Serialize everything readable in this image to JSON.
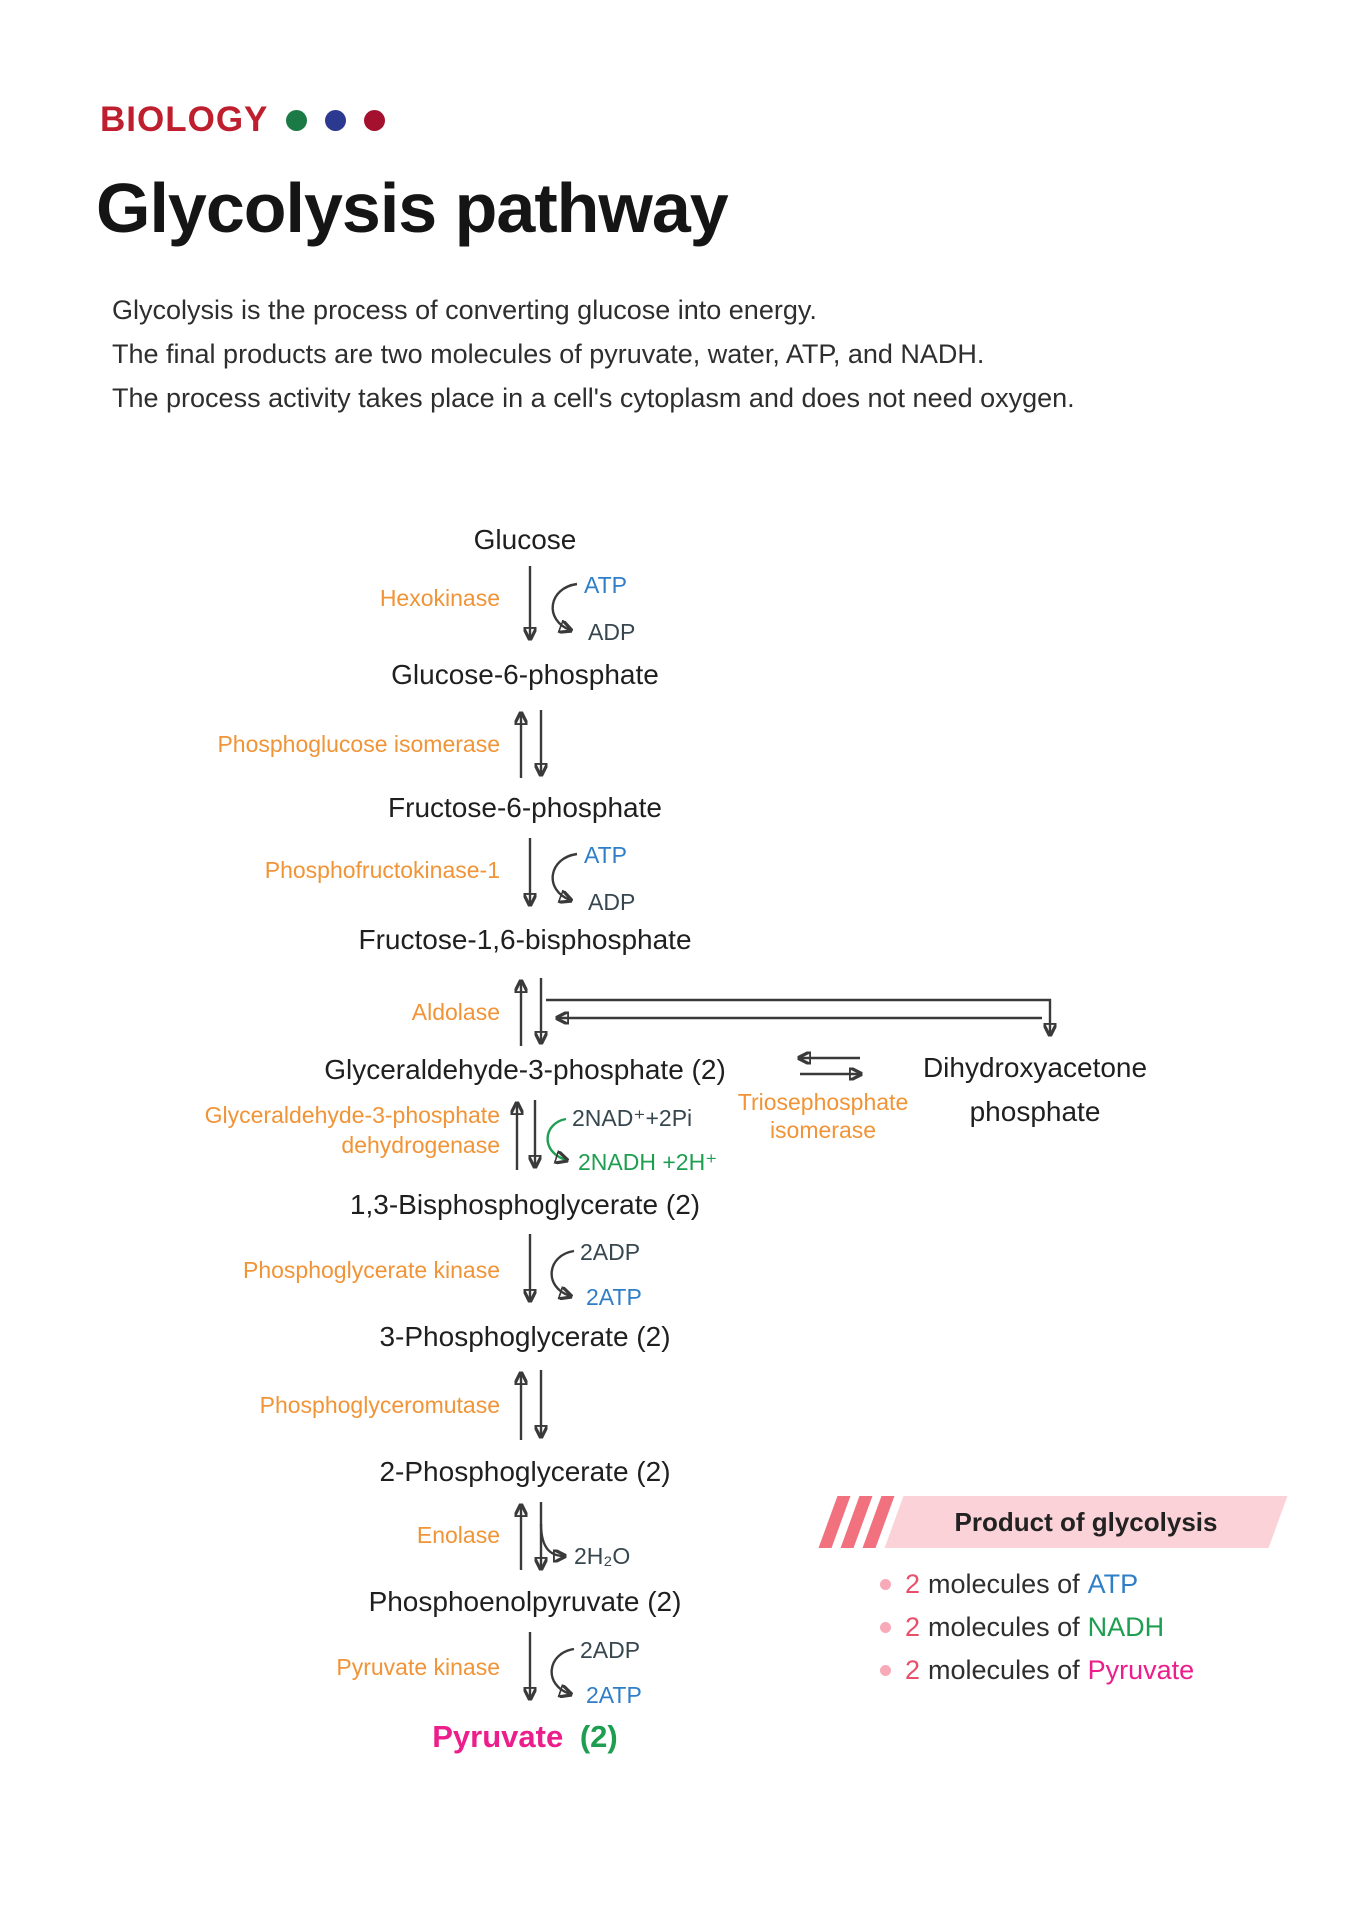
{
  "header": {
    "brand": "BIOLOGY",
    "title": "Glycolysis pathway",
    "description": [
      "Glycolysis is the process of converting glucose into energy.",
      "The final products are two molecules of pyruvate, water, ATP, and NADH.",
      "The process activity takes place in a cell's cytoplasm and does not need oxygen."
    ]
  },
  "colors": {
    "brand_red": "#BE1E2D",
    "dot_green": "#1B7A45",
    "dot_blue": "#2B3990",
    "dot_red": "#A3112E",
    "enzyme_orange": "#F09437",
    "atp_blue": "#2F7EC7",
    "nadh_green": "#1E9E50",
    "pyruvate_magenta": "#EC1E8C",
    "banner_pink": "#FAD2D7",
    "stripe_pink": "#F2717F",
    "cofactor_dark": "#37474F"
  },
  "pathway": {
    "metabolites": {
      "glucose": "Glucose",
      "g6p": "Glucose-6-phosphate",
      "f6p": "Fructose-6-phosphate",
      "f16bp": "Fructose-1,6-bisphosphate",
      "gap": "Glyceraldehyde-3-phosphate (2)",
      "dhap_line1": "Dihydroxyacetone",
      "dhap_line2": "phosphate",
      "bpg13": "1,3-Bisphosphoglycerate (2)",
      "pg3": "3-Phosphoglycerate (2)",
      "pg2": "2-Phosphoglycerate (2)",
      "pep": "Phosphoenolpyruvate (2)",
      "pyruvate": "Pyruvate",
      "pyruvate_count": "(2)"
    },
    "enzymes": {
      "hexokinase": "Hexokinase",
      "phosphoglucose_isomerase": "Phosphoglucose isomerase",
      "phosphofructokinase": "Phosphofructokinase-1",
      "aldolase": "Aldolase",
      "triose_line1": "Triosephosphate",
      "triose_line2": "isomerase",
      "gapdh_line1": "Glyceraldehyde-3-phosphate",
      "gapdh_line2": "dehydrogenase",
      "pg_kinase": "Phosphoglycerate kinase",
      "pg_mutase": "Phosphoglyceromutase",
      "enolase": "Enolase",
      "pyruvate_kinase": "Pyruvate kinase"
    },
    "cofactors": {
      "step1_in": "ATP",
      "step1_out": "ADP",
      "step3_in": "ATP",
      "step3_out": "ADP",
      "gapdh_in": "2NAD⁺+2Pi",
      "gapdh_out": "2NADH +2H⁺",
      "pgk_in": "2ADP",
      "pgk_out": "2ATP",
      "enolase_out": "2H₂O",
      "pk_in": "2ADP",
      "pk_out": "2ATP"
    }
  },
  "products_box": {
    "title": "Product of glycolysis",
    "items": [
      {
        "count": "2",
        "text": "molecules of",
        "value": "ATP",
        "color": "#2F7EC7"
      },
      {
        "count": "2",
        "text": "molecules of",
        "value": "NADH",
        "color": "#1E9E50"
      },
      {
        "count": "2",
        "text": "molecules of",
        "value": "Pyruvate",
        "color": "#EC1E8C"
      }
    ]
  }
}
